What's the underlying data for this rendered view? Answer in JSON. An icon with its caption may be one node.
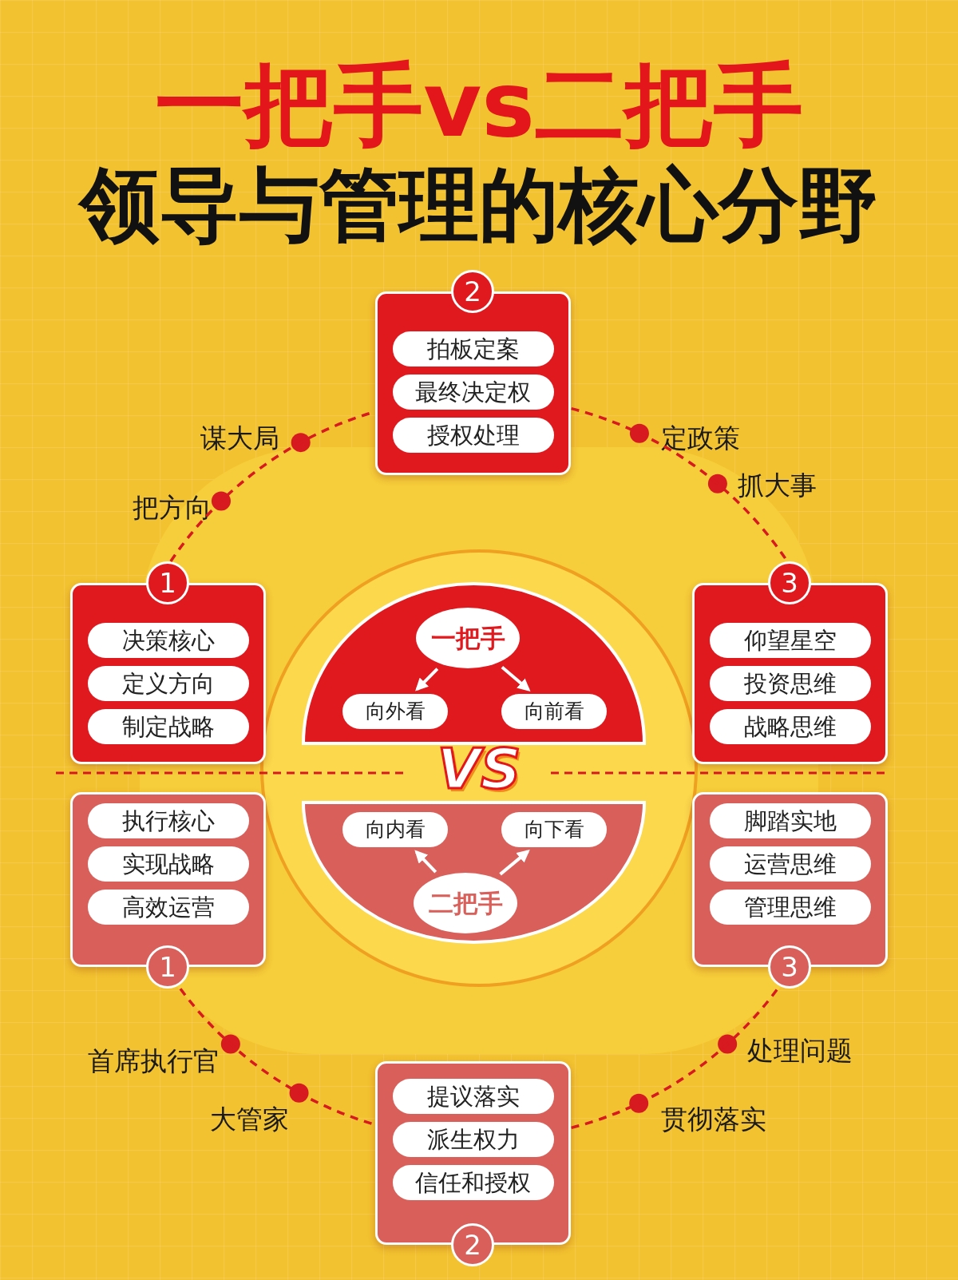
{
  "diagram": {
    "title": "一把手vs二把手",
    "nodes": [
      {
        "text": [
          "2"
        ]
      },
      {
        "text": [
          "拍板定案"
        ],
        "in": 0
      },
      {
        "text": [
          "最终决定权"
        ],
        "in": 0
      },
      {
        "text": [
          "授权处理"
        ],
        "in": 0
      },
      {
        "text": [
          "1"
        ]
      },
      {
        "text": [
          "决策核心"
        ],
        "in": 4
      },
      {
        "text": [
          "定义方向"
        ],
        "in": 4
      },
      {
        "text": [
          "制定战略"
        ],
        "in": 4
      },
      {
        "text": [
          "3"
        ]
      },
      {
        "text": [
          "仰望星空"
        ],
        "in": 8
      },
      {
        "text": [
          "投资思维"
        ],
        "in": 8
      },
      {
        "text": [
          "战略思维"
        ],
        "in": 8
      },
      {
        "text": [],
        "shape": "semicircle"
      },
      {
        "text": [
          "一把手"
        ],
        "in": 12
      },
      {
        "text": [
          "向外看"
        ],
        "in": 12
      },
      {
        "text": [
          "向前看"
        ],
        "in": 12
      },
      {
        "text": [],
        "shape": "semicircle"
      },
      {
        "text": [
          "向内看"
        ],
        "in": 16
      },
      {
        "text": [
          "向下看"
        ],
        "in": 16
      },
      {
        "text": [
          "二把手"
        ],
        "in": 16
      },
      {
        "text": [
          "1"
        ]
      },
      {
        "text": [
          "执行核心"
        ],
        "in": 20
      },
      {
        "text": [
          "实现战略"
        ],
        "in": 20
      },
      {
        "text": [
          "高效运营"
        ],
        "in": 20
      },
      {
        "text": [
          "3"
        ]
      },
      {
        "text": [
          "脚踏实地"
        ],
        "in": 24
      },
      {
        "text": [
          "运营思维"
        ],
        "in": 24
      },
      {
        "text": [
          "管理思维"
        ],
        "in": 24
      },
      {
        "text": [
          "2"
        ]
      },
      {
        "text": [
          "提议落实"
        ],
        "in": 28
      },
      {
        "text": [
          "派生权力"
        ],
        "in": 28
      },
      {
        "text": [
          "信任和授权"
        ],
        "in": 28
      }
    ],
    "edges": [
      {
        "from": 4,
        "to": 0,
        "arrow": "none",
        "style": "dashed"
      },
      {
        "from": 0,
        "to": 8,
        "arrow": "none",
        "style": "dashed"
      },
      {
        "from": 20,
        "to": 28,
        "arrow": "none",
        "style": "dashed"
      },
      {
        "from": 28,
        "to": 24,
        "arrow": "none",
        "style": "dashed"
      },
      {
        "from": 13,
        "to": 14,
        "arrow": "to",
        "color": "#ffffff"
      },
      {
        "from": 13,
        "to": 15,
        "arrow": "to",
        "color": "#ffffff"
      },
      {
        "from": 19,
        "to": 17,
        "arrow": "to",
        "color": "#ffffff"
      },
      {
        "from": 19,
        "to": 18,
        "arrow": "to",
        "color": "#ffffff"
      }
    ],
    "labels": [
      "领导与管理的核心分野",
      "谋大局",
      "定政策",
      "抓大事",
      "把方向",
      "VS",
      "处理问题",
      "首席执行官",
      "大管家",
      "贯彻落实"
    ]
  }
}
